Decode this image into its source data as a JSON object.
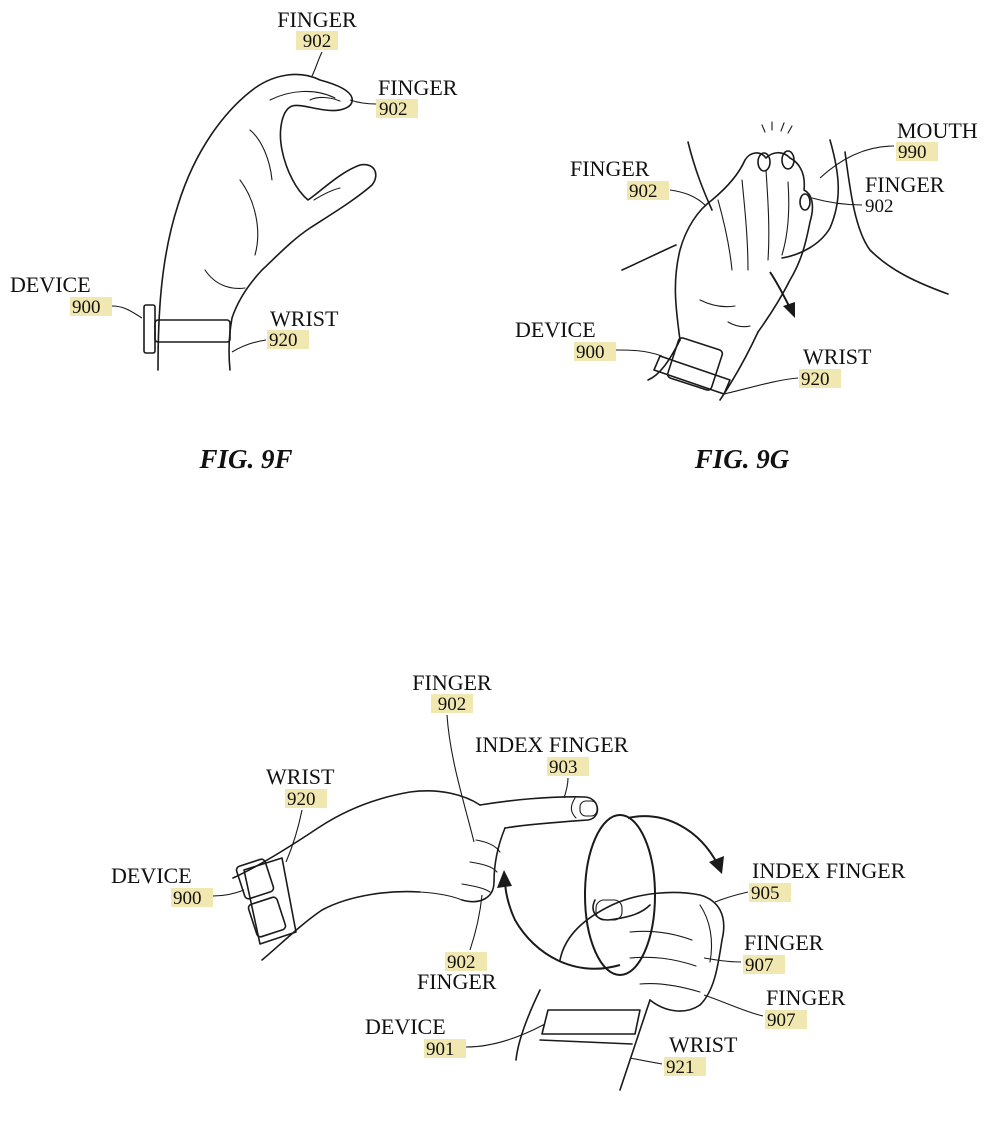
{
  "figures": {
    "fig_9f": {
      "caption": "FIG. 9F",
      "labels": {
        "finger_top": {
          "text": "FINGER",
          "number": "902"
        },
        "finger_tip": {
          "text": "FINGER",
          "number": "902"
        },
        "device": {
          "text": "DEVICE",
          "number": "900"
        },
        "wrist": {
          "text": "WRIST",
          "number": "920"
        }
      }
    },
    "fig_9g": {
      "caption": "FIG. 9G",
      "labels": {
        "mouth": {
          "text": "MOUTH",
          "number": "990"
        },
        "finger_left": {
          "text": "FINGER",
          "number": "902"
        },
        "finger_right": {
          "text": "FINGER",
          "number": "902"
        },
        "device": {
          "text": "DEVICE",
          "number": "900"
        },
        "wrist": {
          "text": "WRIST",
          "number": "920"
        }
      }
    },
    "fig_9h": {
      "labels": {
        "finger_top": {
          "text": "FINGER",
          "number": "902"
        },
        "index_finger_903": {
          "text": "INDEX FINGER",
          "number": "903"
        },
        "wrist_920": {
          "text": "WRIST",
          "number": "920"
        },
        "device_900": {
          "text": "DEVICE",
          "number": "900"
        },
        "index_finger_905": {
          "text": "INDEX FINGER",
          "number": "905"
        },
        "finger_bottom": {
          "text": "FINGER",
          "number": "902"
        },
        "finger_907_a": {
          "text": "FINGER",
          "number": "907"
        },
        "finger_907_b": {
          "text": "FINGER",
          "number": "907"
        },
        "device_901": {
          "text": "DEVICE",
          "number": "901"
        },
        "wrist_921": {
          "text": "WRIST",
          "number": "921"
        }
      }
    }
  },
  "colors": {
    "ink": "#1a1a1a",
    "number_highlight": "#efe4a3",
    "background": "#ffffff"
  }
}
